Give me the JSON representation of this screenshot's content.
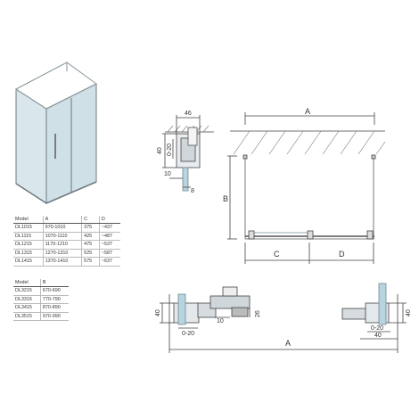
{
  "table_main": {
    "headers": [
      "Model",
      "A",
      "C",
      "D"
    ],
    "rows": [
      [
        "DL1015",
        "970-1010",
        "375",
        "~437"
      ],
      [
        "DL1115",
        "1070-1110",
        "425",
        "~487"
      ],
      [
        "DL1215",
        "1170-1210",
        "475",
        "~537"
      ],
      [
        "DL1315",
        "1270-1310",
        "525",
        "~587"
      ],
      [
        "DL1415",
        "1370-1410",
        "575",
        "~637"
      ]
    ]
  },
  "table_side": {
    "headers": [
      "Model",
      "B"
    ],
    "rows": [
      [
        "DL3215",
        "670-690"
      ],
      [
        "DL3315",
        "770-790"
      ],
      [
        "DL3415",
        "870-890"
      ],
      [
        "DL3515",
        "970-990"
      ]
    ]
  },
  "profile_labels": {
    "w46": "46",
    "h40": "40",
    "range": "0-20",
    "d10": "10",
    "d8": "8"
  },
  "plan_labels": {
    "A": "A",
    "B": "B",
    "C": "C",
    "D": "D"
  },
  "bottom_labels": {
    "h40_left": "40",
    "range_left": "0-20",
    "d10": "10",
    "d26": "26",
    "A": "A",
    "range_right": "0-20",
    "d40_right": "40",
    "h40_right": "40"
  }
}
